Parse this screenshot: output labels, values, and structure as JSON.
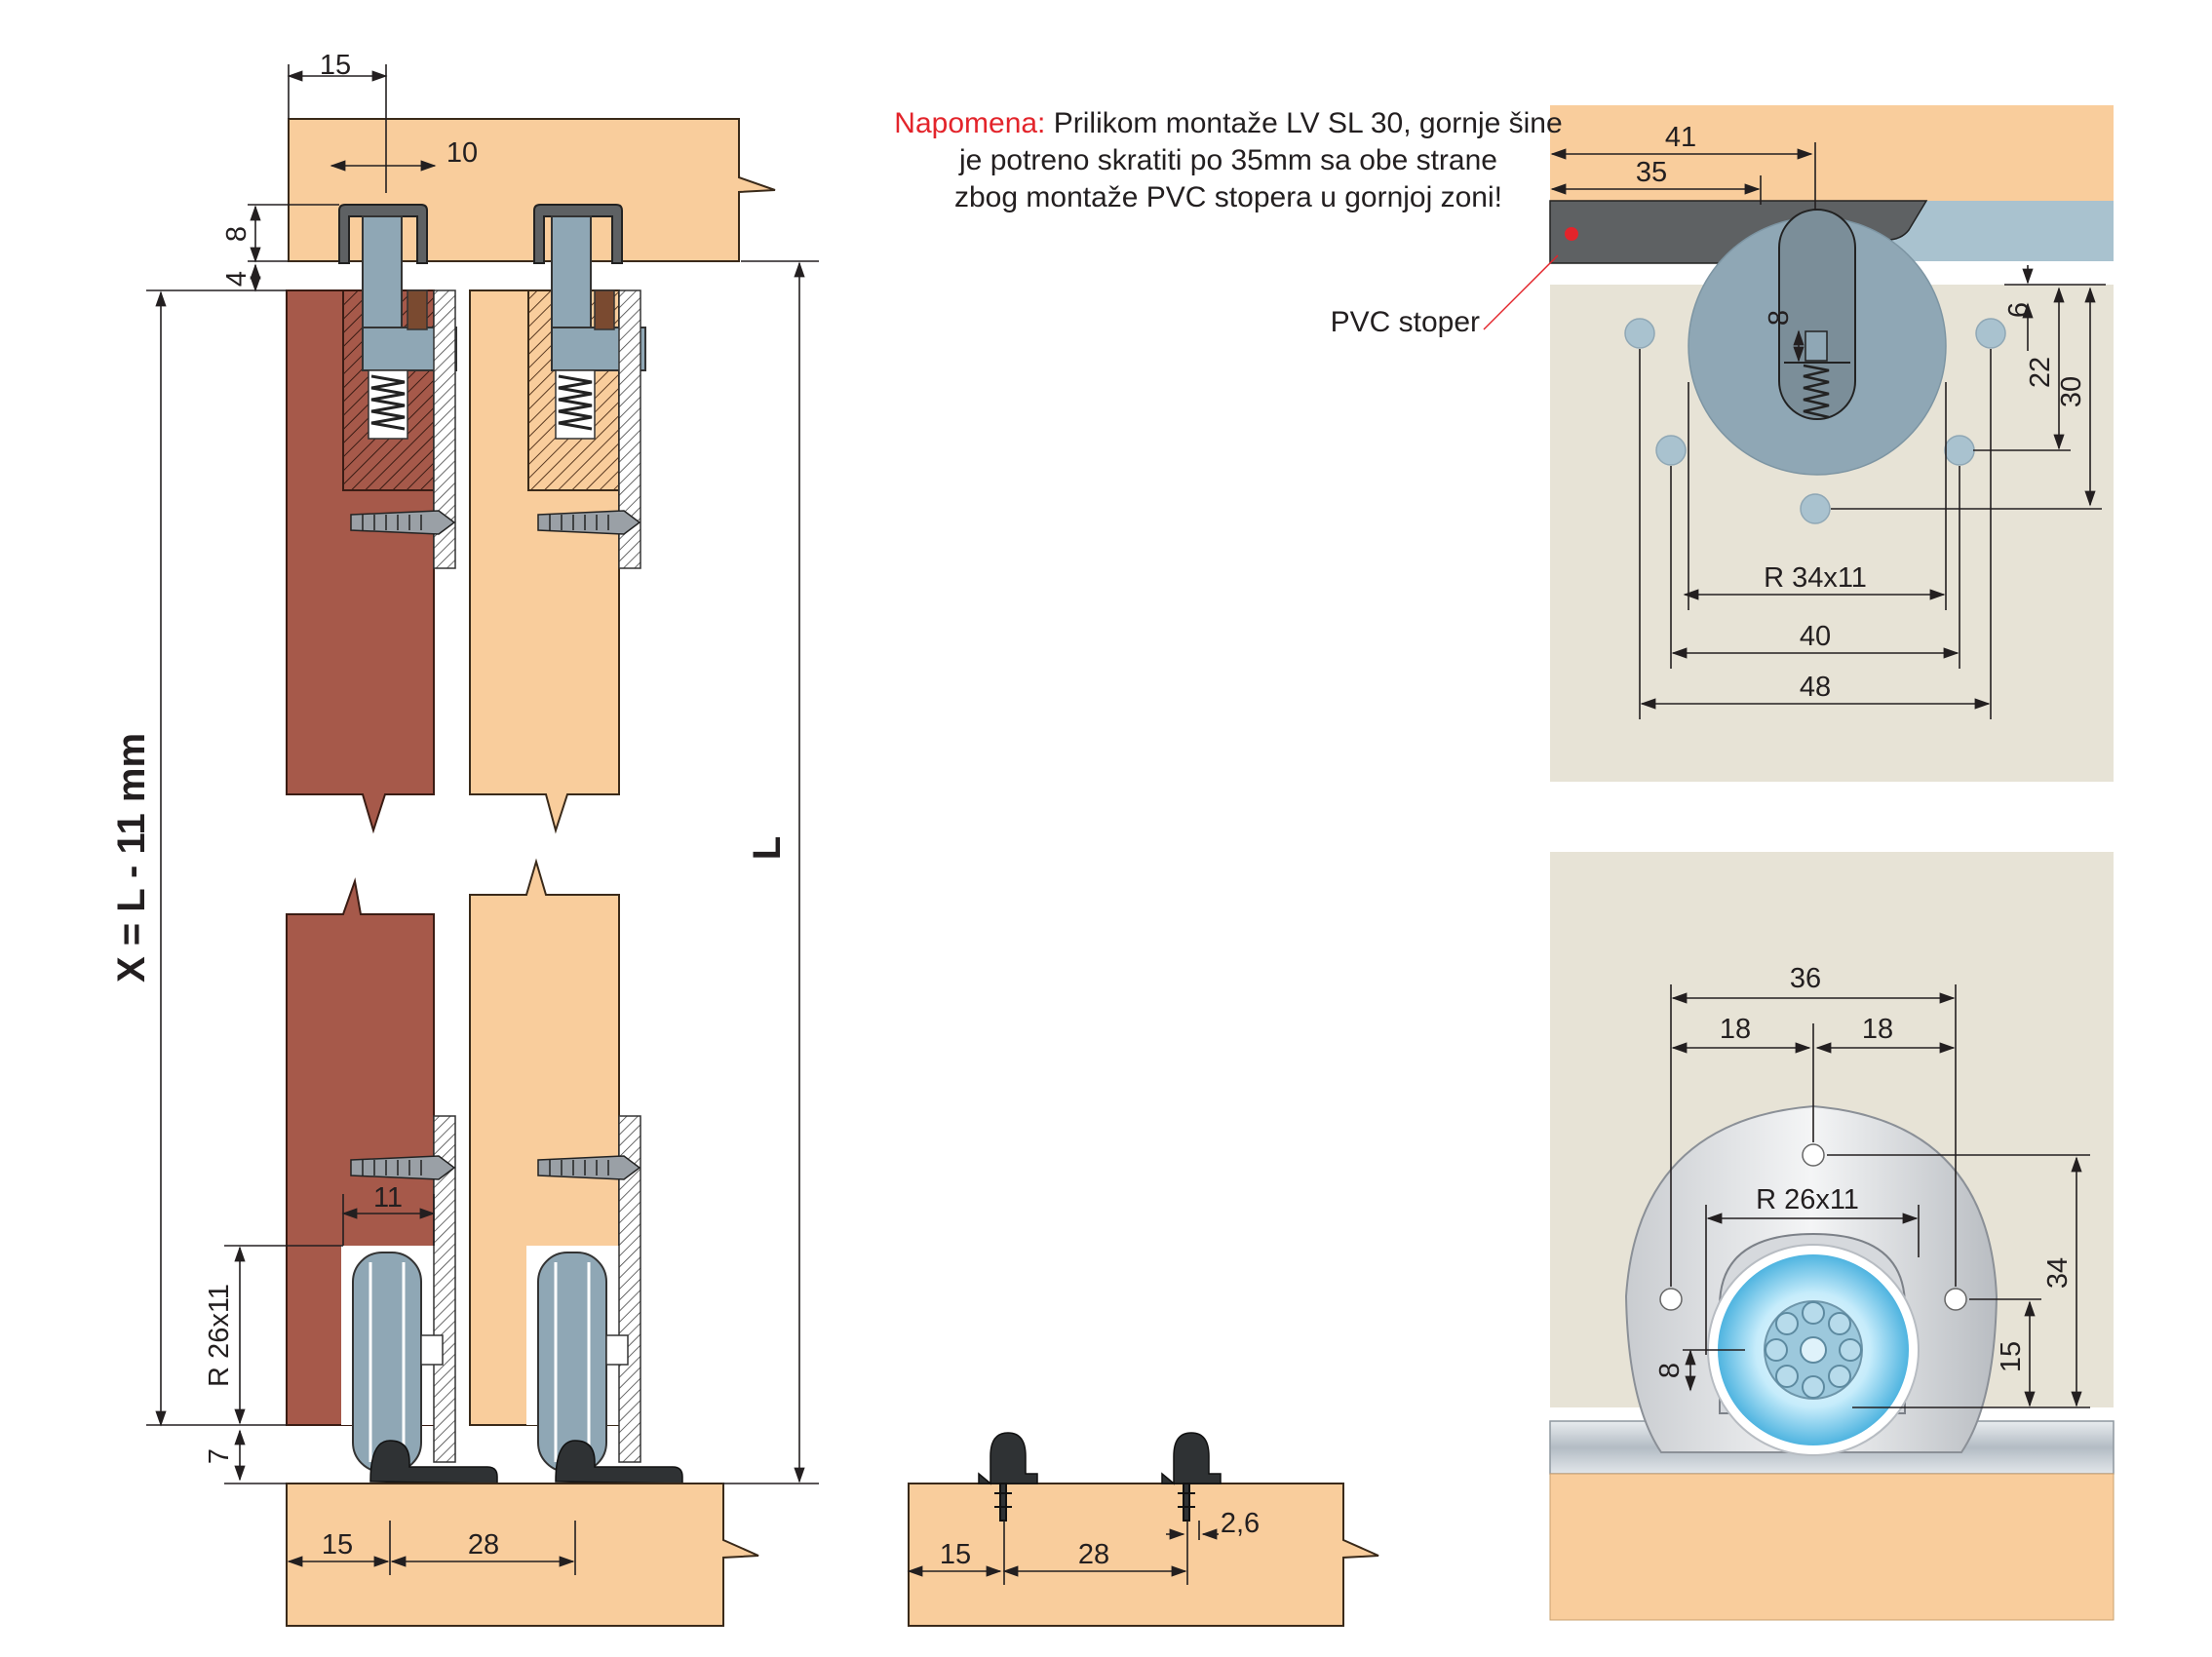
{
  "note": {
    "highlight": "Napomena:",
    "line1": "Prilikom montaže LV SL 30, gornje šine",
    "line2": "je potreno skratiti po 35mm sa obe strane",
    "line3": "zbog montaže PVC stopera u gornjoj zoni!"
  },
  "labels": {
    "formula": "X = L - 11 mm",
    "L": "L",
    "pvc_stoper": "PVC stoper"
  },
  "dims": {
    "d15": "15",
    "d10": "10",
    "d8": "8",
    "d4": "4",
    "d11": "11",
    "r26": "R 26x11",
    "d7": "7",
    "b15": "15",
    "b28": "28",
    "g15": "15",
    "g28": "28",
    "g26": "2,6",
    "t41": "41",
    "t35": "35",
    "t8": "8",
    "t6": "6",
    "t22": "22",
    "t30": "30",
    "tr34": "R  34x11",
    "t40": "40",
    "t48": "48",
    "w36": "36",
    "w18a": "18",
    "w18b": "18",
    "wr26": "R 26x11",
    "w34": "34",
    "w15": "15",
    "w8": "8"
  },
  "colors": {
    "light_wood": "#f9cd9c",
    "dark_wood": "#a6594a",
    "panel_bg": "#e7e3d6",
    "steel": "#8fa7b5",
    "rail": "#a9c2cf",
    "stopper": "#5e6163",
    "accent_red": "#e3242b"
  }
}
